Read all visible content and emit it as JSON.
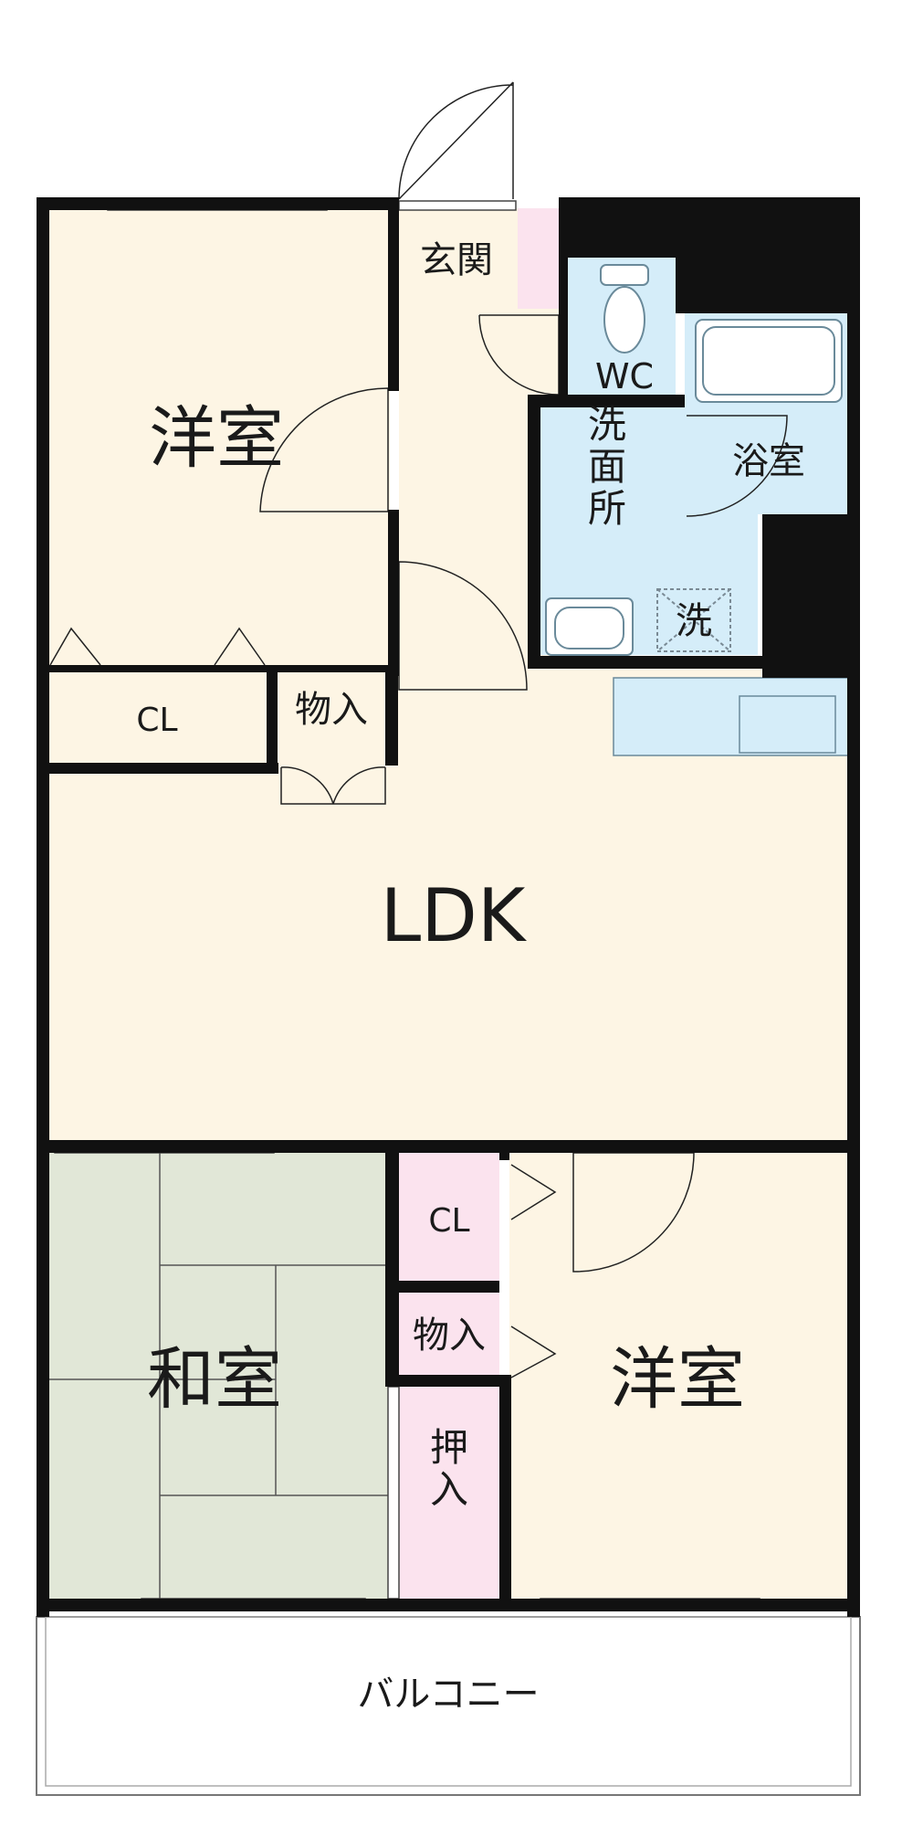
{
  "rooms": {
    "western_room_north": "洋室",
    "entrance": "玄関",
    "toilet": "WC",
    "bathroom": "浴室",
    "washroom": "洗面所",
    "washer": "洗",
    "closet_north": "CL",
    "storage_north": "物入",
    "ldk": "LDK",
    "japanese_room": "和室",
    "closet_south": "CL",
    "storage_south": "物入",
    "oshiire": "押入",
    "western_room_south": "洋室",
    "balcony": "バルコニー"
  },
  "colors": {
    "wall": "#111111",
    "floor_beige": "#fdf5e4",
    "storage_pink": "#fbe3ee",
    "wet_blue": "#d5edf9",
    "tatami_green": "#e1e7d7"
  }
}
